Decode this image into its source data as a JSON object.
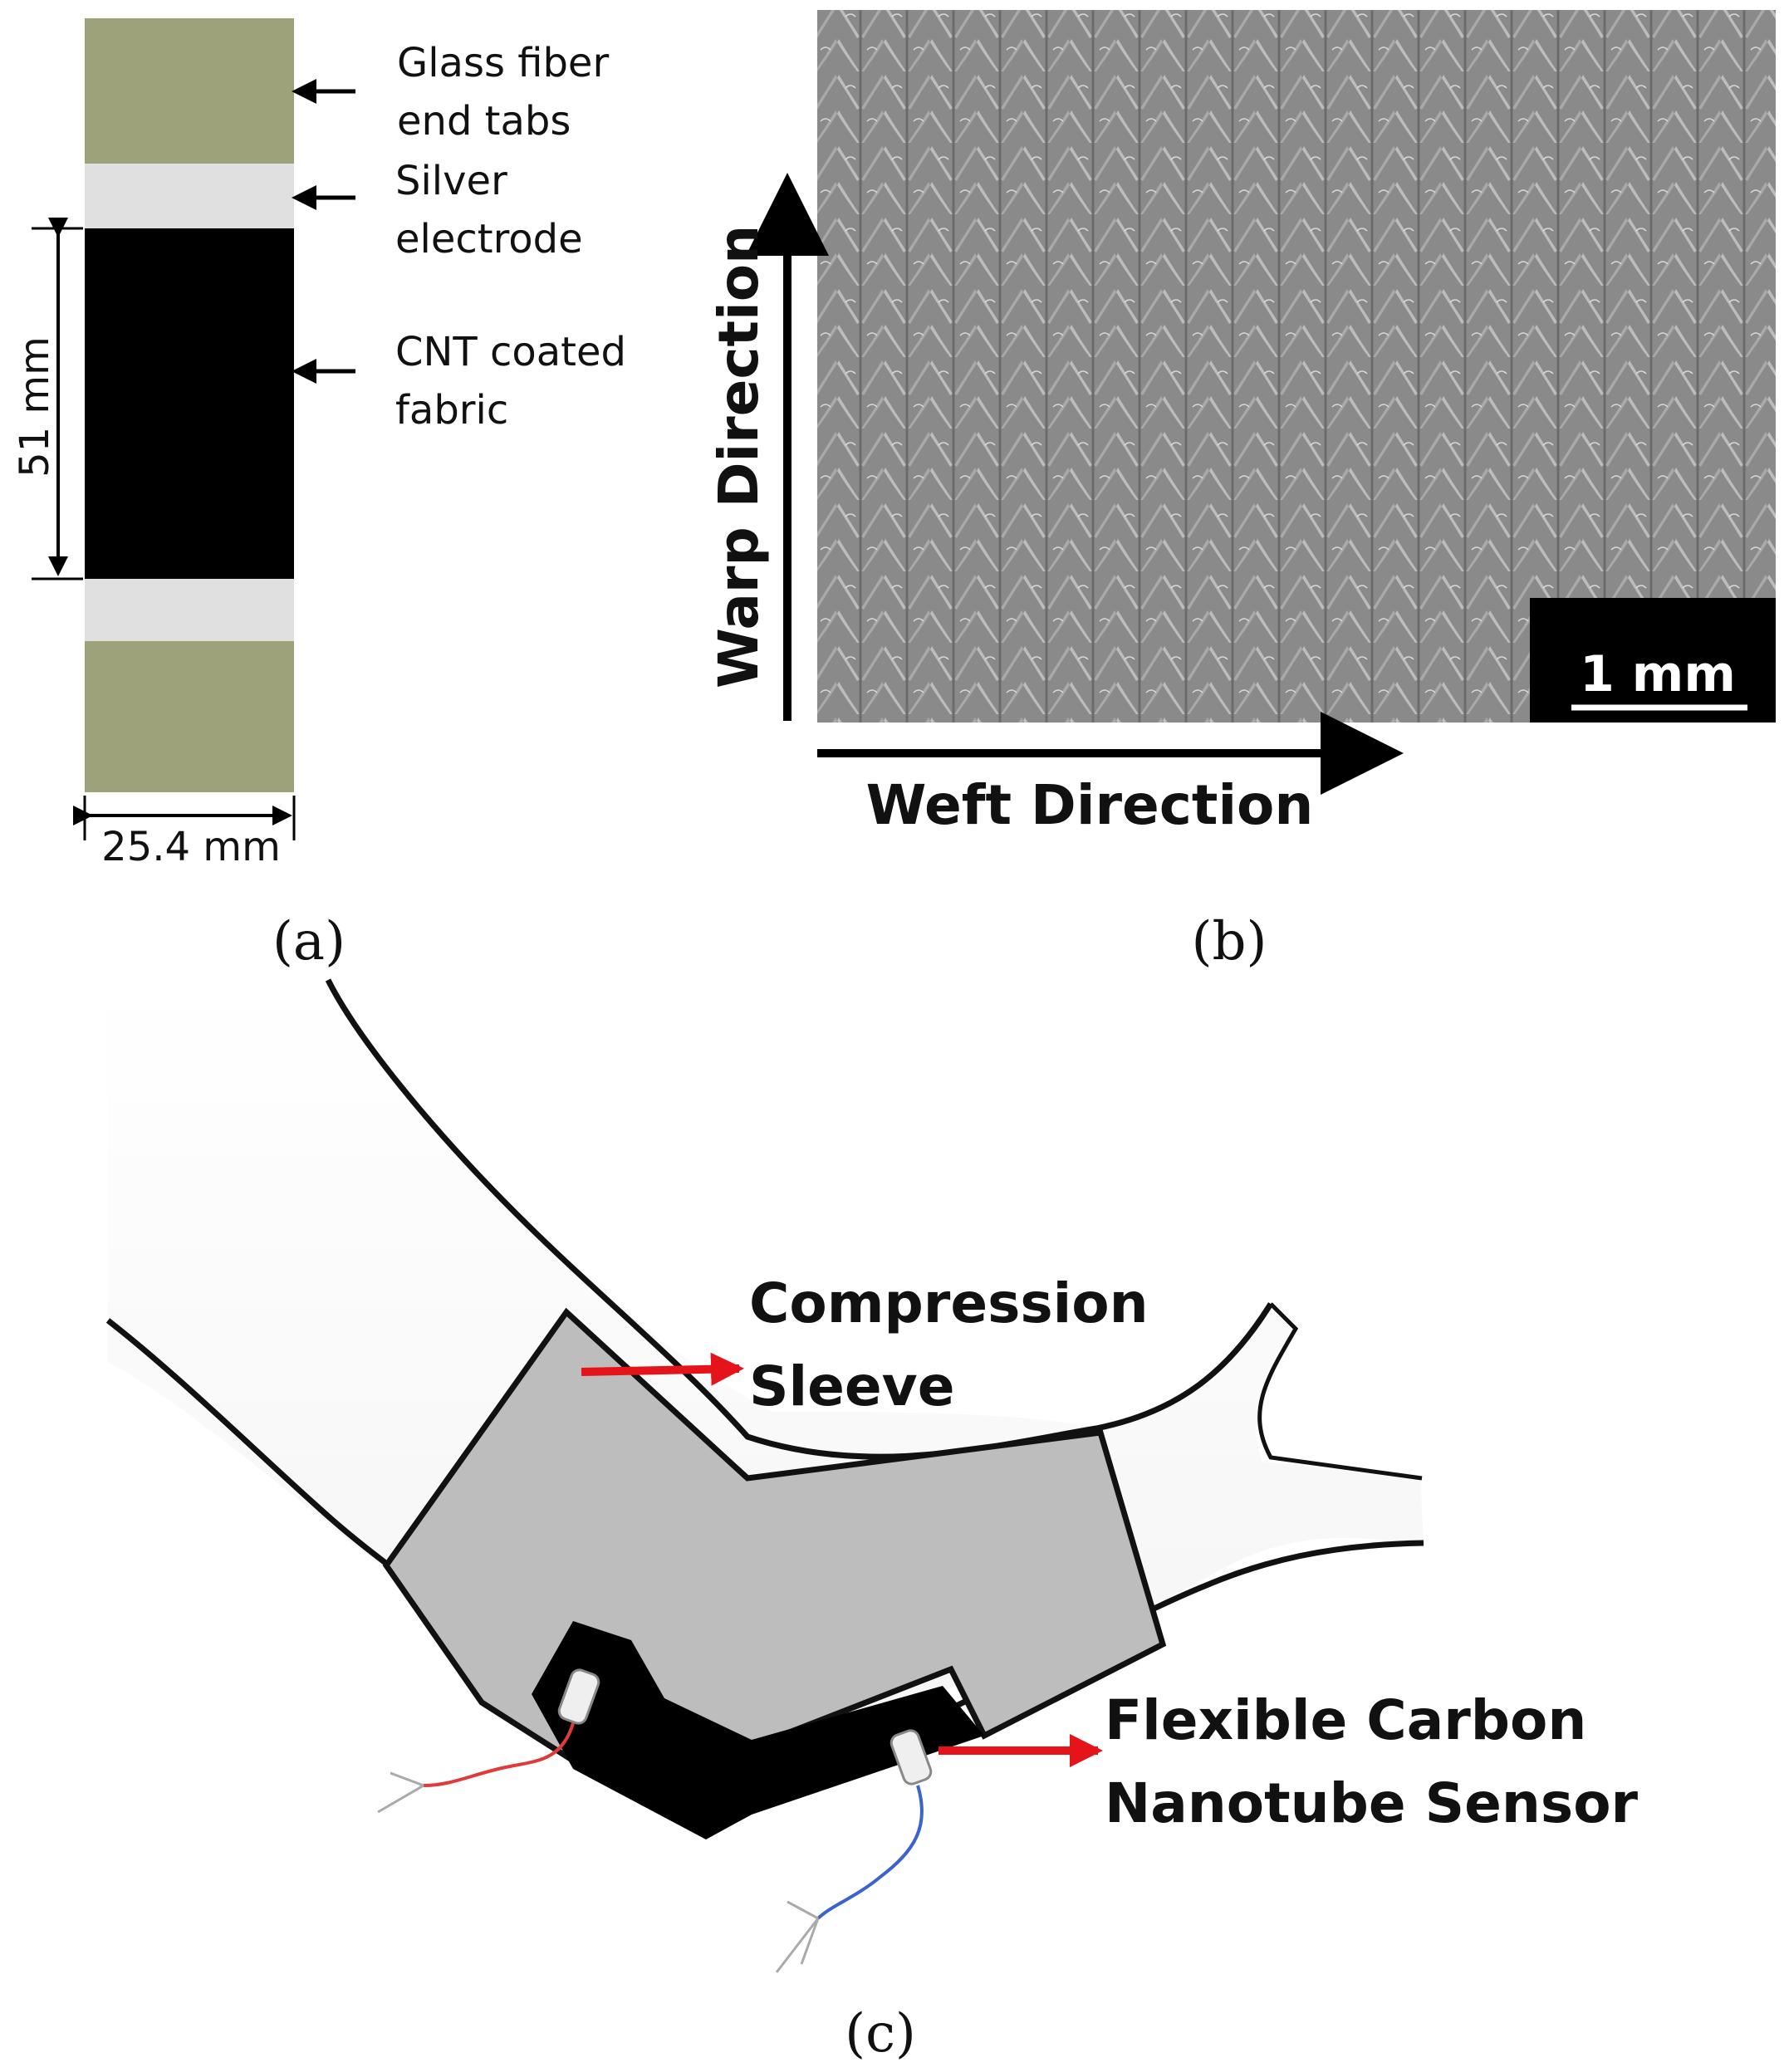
{
  "panel_a": {
    "label": "(a)",
    "callouts": [
      {
        "line1": "Glass fiber",
        "line2": "end tabs"
      },
      {
        "line1": "Silver",
        "line2": "electrode"
      },
      {
        "line1": "CNT coated",
        "line2": "fabric"
      }
    ],
    "dim_length": "51 mm",
    "dim_width": "25.4 mm",
    "colors": {
      "end_tab": "#9da27a",
      "electrode": "#e0e0e0",
      "cnt_fabric": "#000000"
    }
  },
  "panel_b": {
    "label": "(b)",
    "warp_label": "Warp Direction",
    "weft_label": "Weft Direction",
    "scale_bar": "1 mm"
  },
  "panel_c": {
    "label": "(c)",
    "sleeve_label": {
      "line1": "Compression",
      "line2": "Sleeve"
    },
    "sensor_label": {
      "line1": "Flexible Carbon",
      "line2": "Nanotube Sensor"
    },
    "colors": {
      "sleeve": "#bdbdbd",
      "sensor": "#000000",
      "arrow": "#e5141b",
      "wire_left": "#e03a3a",
      "wire_right": "#3a62d0"
    }
  }
}
